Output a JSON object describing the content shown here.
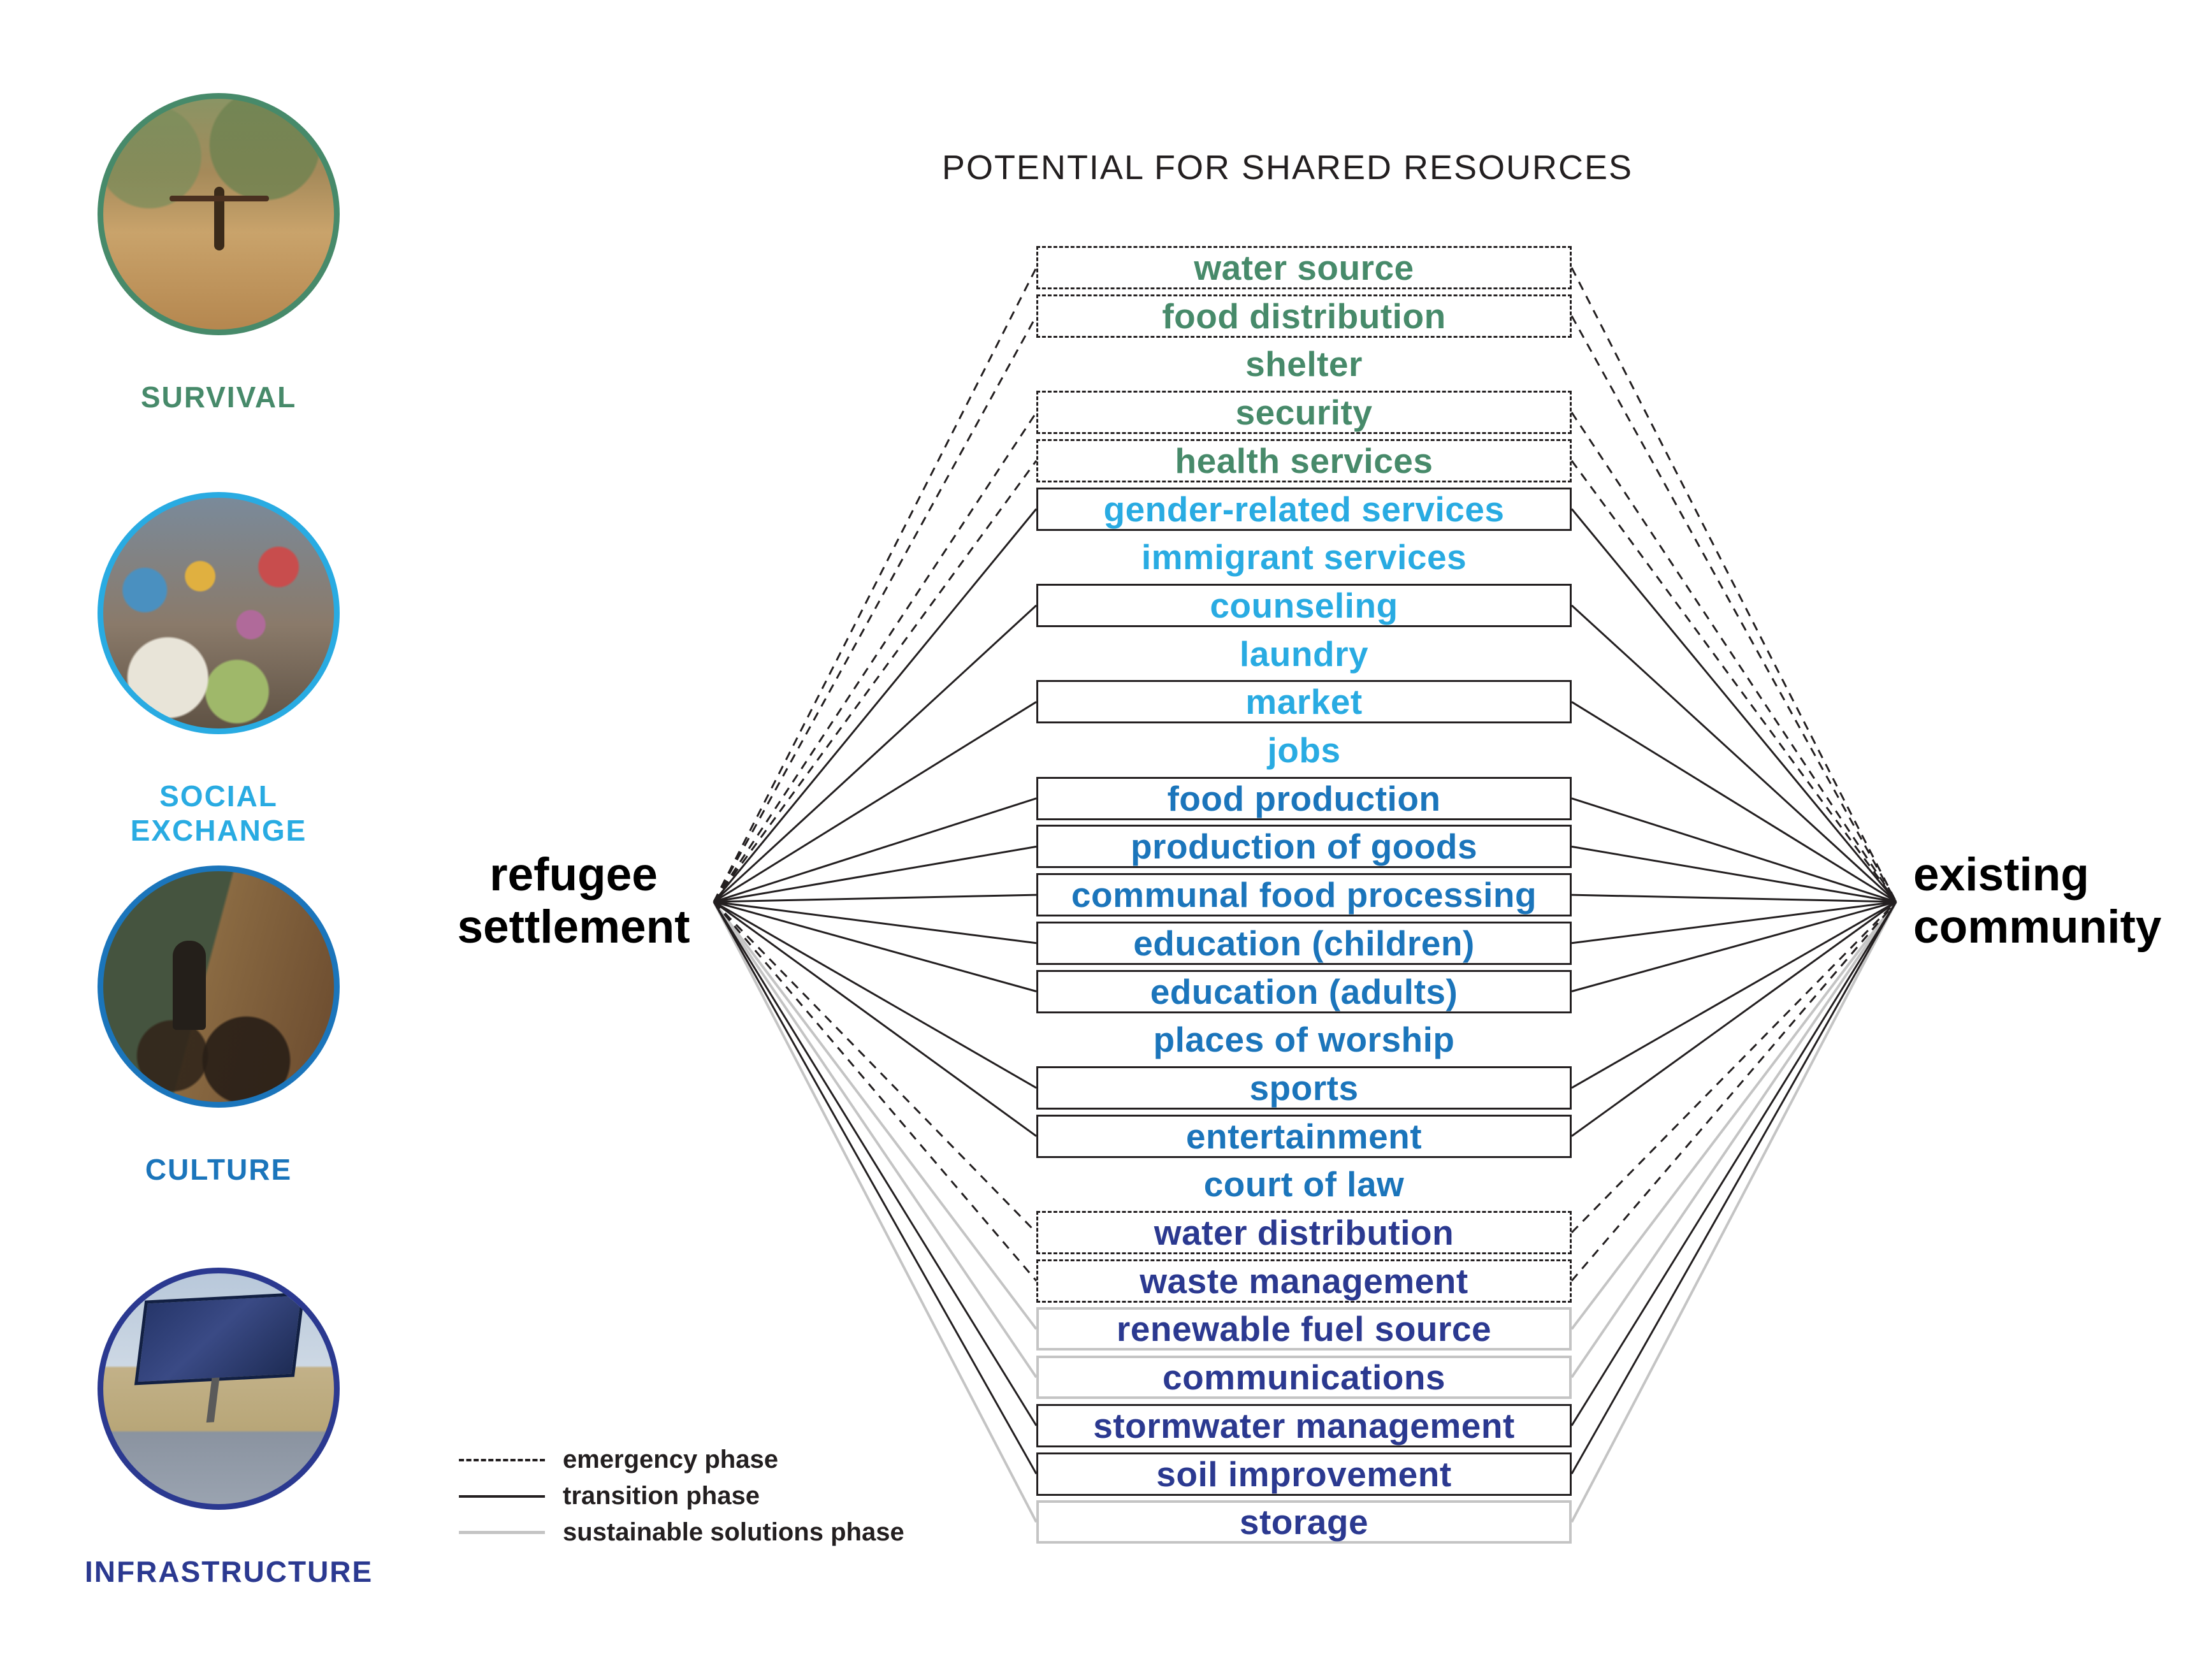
{
  "title": "POTENTIAL FOR SHARED RESOURCES",
  "left_node": "refugee settlement",
  "right_node": "existing community",
  "legend": {
    "emergency": "emergency phase",
    "transition": "transition phase",
    "sustainable": "sustainable solutions phase"
  },
  "phase_colors": {
    "emergency": "#231f20",
    "transition": "#231f20",
    "sustainable": "#c4c4c4"
  },
  "categories": [
    {
      "id": "survival",
      "label": "SURVIVAL",
      "color": "#478a6a"
    },
    {
      "id": "social",
      "label": "SOCIAL EXCHANGE",
      "color": "#29abe2"
    },
    {
      "id": "culture",
      "label": "CULTURE",
      "color": "#1b75bb"
    },
    {
      "id": "infrastructure",
      "label": "INFRASTRUCTURE",
      "color": "#2b3990"
    }
  ],
  "resources": [
    {
      "label": "water source",
      "category": "survival",
      "phase": "emergency"
    },
    {
      "label": "food distribution",
      "category": "survival",
      "phase": "emergency"
    },
    {
      "label": "shelter",
      "category": "survival",
      "phase": "none"
    },
    {
      "label": "security",
      "category": "survival",
      "phase": "emergency"
    },
    {
      "label": "health services",
      "category": "survival",
      "phase": "emergency"
    },
    {
      "label": "gender-related services",
      "category": "social",
      "phase": "transition"
    },
    {
      "label": "immigrant services",
      "category": "social",
      "phase": "none"
    },
    {
      "label": "counseling",
      "category": "social",
      "phase": "transition"
    },
    {
      "label": "laundry",
      "category": "social",
      "phase": "none"
    },
    {
      "label": "market",
      "category": "social",
      "phase": "transition"
    },
    {
      "label": "jobs",
      "category": "social",
      "phase": "none"
    },
    {
      "label": "food production",
      "category": "culture",
      "phase": "transition"
    },
    {
      "label": "production of goods",
      "category": "culture",
      "phase": "transition"
    },
    {
      "label": "communal food processing",
      "category": "culture",
      "phase": "transition"
    },
    {
      "label": "education (children)",
      "category": "culture",
      "phase": "transition"
    },
    {
      "label": "education (adults)",
      "category": "culture",
      "phase": "transition"
    },
    {
      "label": "places of worship",
      "category": "culture",
      "phase": "none"
    },
    {
      "label": "sports",
      "category": "culture",
      "phase": "transition"
    },
    {
      "label": "entertainment",
      "category": "culture",
      "phase": "transition"
    },
    {
      "label": "court of law",
      "category": "culture",
      "phase": "none"
    },
    {
      "label": "water distribution",
      "category": "infrastructure",
      "phase": "emergency"
    },
    {
      "label": "waste management",
      "category": "infrastructure",
      "phase": "emergency"
    },
    {
      "label": "renewable fuel source",
      "category": "infrastructure",
      "phase": "sustainable"
    },
    {
      "label": "communications",
      "category": "infrastructure",
      "phase": "sustainable"
    },
    {
      "label": "stormwater management",
      "category": "infrastructure",
      "phase": "transition"
    },
    {
      "label": "soil improvement",
      "category": "infrastructure",
      "phase": "transition"
    },
    {
      "label": "storage",
      "category": "infrastructure",
      "phase": "sustainable"
    }
  ]
}
